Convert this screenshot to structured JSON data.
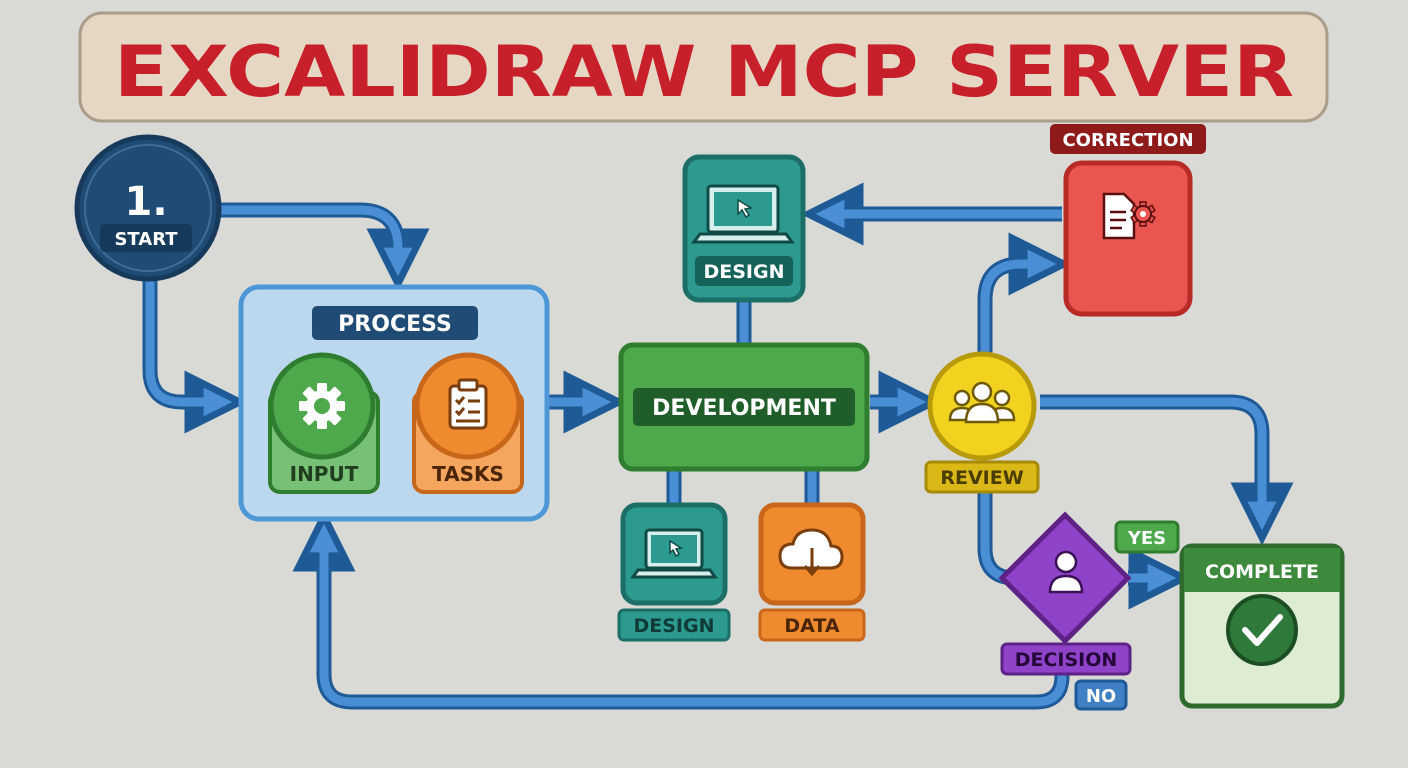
{
  "title": "EXCALIDRAW MCP SERVER",
  "colors": {
    "background": "#d9d9d6",
    "arrow": "#3f7fc4",
    "title_text": "#c8202a",
    "title_box": "#e6d7c4",
    "navy": "#1f4b74",
    "process_fill": "#bcd8ee",
    "green": "#4ea84c",
    "orange": "#ef8a2e",
    "teal": "#2c9a8e",
    "yellow": "#f0d21f",
    "red": "#ea5550",
    "purple": "#8f43c8",
    "complete_green": "#3d8a3d"
  },
  "nodes": {
    "start": {
      "number": "1.",
      "label": "START"
    },
    "process": {
      "label": "PROCESS"
    },
    "input": {
      "label": "INPUT",
      "icon": "gear-icon"
    },
    "tasks": {
      "label": "TASKS",
      "icon": "clipboard-icon"
    },
    "development": {
      "label": "DEVELOPMENT"
    },
    "design_top": {
      "label": "DESIGN",
      "icon": "laptop-icon"
    },
    "design_bottom": {
      "label": "DESIGN",
      "icon": "laptop-icon"
    },
    "data": {
      "label": "DATA",
      "icon": "cloud-icon"
    },
    "review": {
      "label": "REVIEW",
      "icon": "users-icon"
    },
    "correction": {
      "label": "CORRECTION",
      "icon": "document-gear-icon"
    },
    "decision": {
      "label": "DECISION",
      "icon": "person-icon"
    },
    "complete": {
      "label": "COMPLETE",
      "icon": "check-icon"
    }
  },
  "edge_labels": {
    "yes": "YES",
    "no": "NO"
  }
}
